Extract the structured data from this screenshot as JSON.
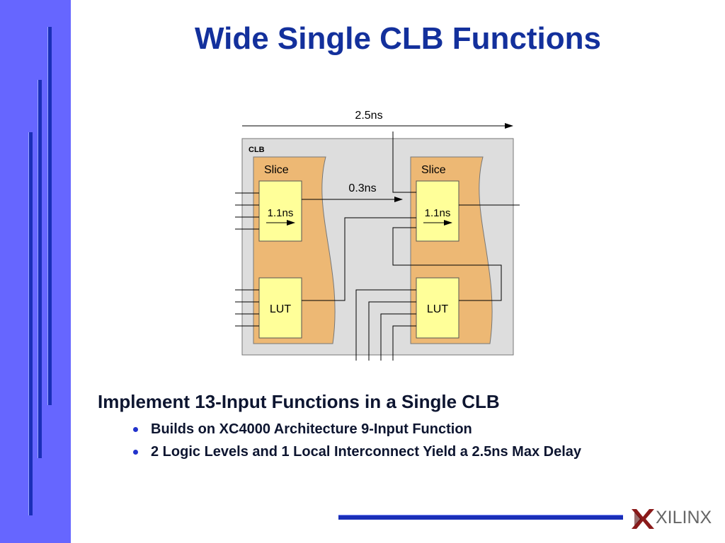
{
  "slide": {
    "title": "Wide Single CLB Functions",
    "main_point": "Implement 13-Input Functions in a Single CLB",
    "bullets": [
      "Builds on XC4000 Architecture 9-Input Function",
      "2 Logic Levels and 1 Local Interconnect Yield a 2.5ns Max Delay"
    ]
  },
  "diagram": {
    "total_delay": "2.5ns",
    "clb_label": "CLB",
    "interconnect_delay": "0.3ns",
    "slices": [
      {
        "label": "Slice",
        "upper_box": "1.1ns",
        "lower_box": "LUT"
      },
      {
        "label": "Slice",
        "upper_box": "1.1ns",
        "lower_box": "LUT"
      }
    ]
  },
  "logo": {
    "text": "XILINX"
  },
  "colors": {
    "sidebar": "#6666ff",
    "title": "#13309c",
    "slice_fill": "#edb874",
    "box_fill": "#ffff99",
    "clb_fill": "#dddddd",
    "bullet": "#2233cc"
  }
}
